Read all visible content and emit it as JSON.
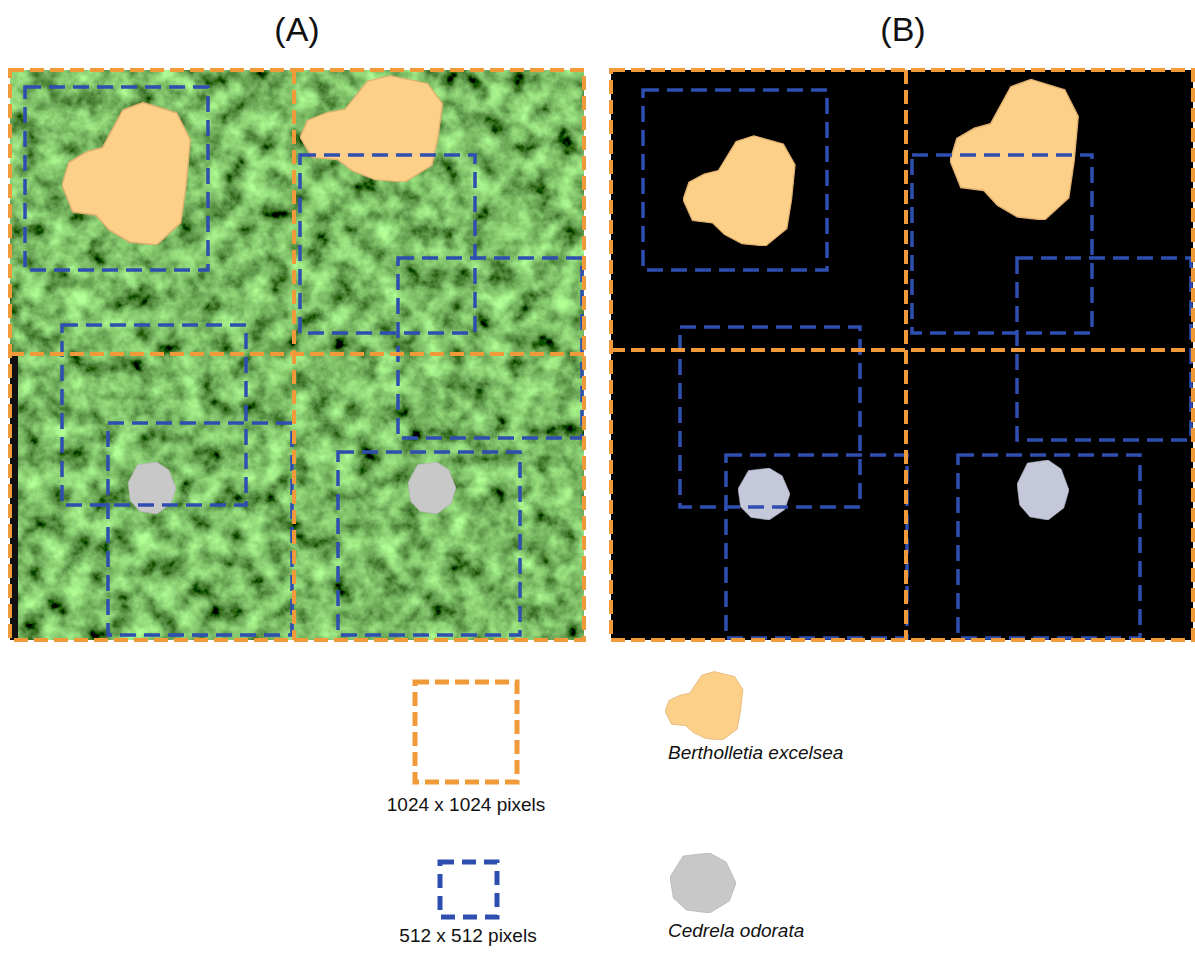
{
  "diagram": {
    "labels": [
      "(A)",
      "(B)"
    ],
    "legend": [
      {
        "text": "1024 x 1024 pixels"
      },
      {
        "text": "Bertholletia excelsea"
      },
      {
        "text": "512 x 512 pixels"
      },
      {
        "text": "Cedrela odorata"
      }
    ]
  }
}
